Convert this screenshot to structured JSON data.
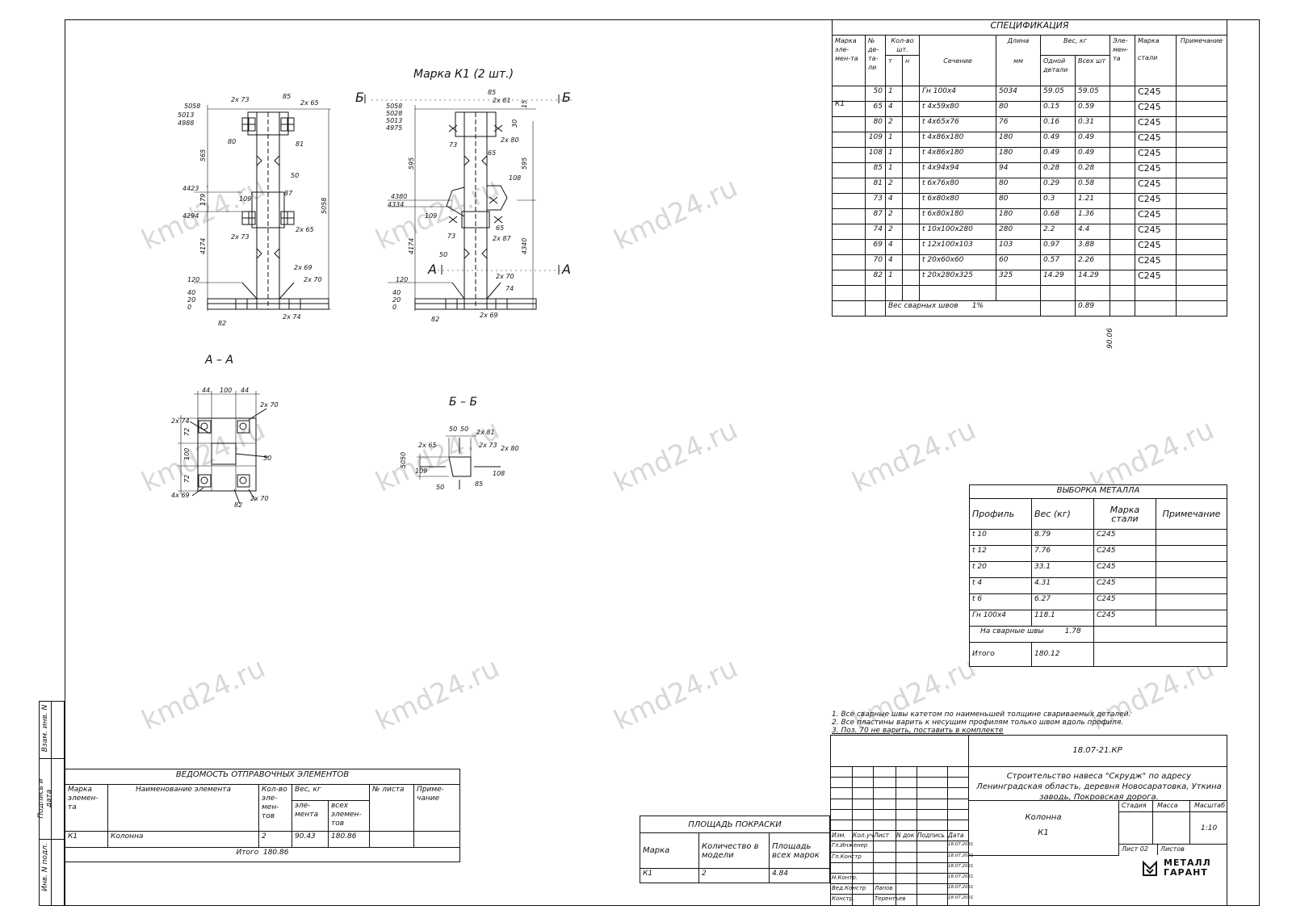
{
  "watermark": "kmd24.ru",
  "drawing": {
    "title_main": "Марка К1 (2 шт.)",
    "section_aa": "А – А",
    "section_bb": "Б – Б",
    "letters": {
      "b": "Б",
      "a": "А"
    },
    "left_elev_dims": [
      "5058",
      "5013",
      "4988",
      "4423",
      "4294",
      "120",
      "40",
      "20",
      "0",
      "565",
      "179",
      "4174",
      "5058"
    ],
    "right_elev_dims": [
      "5058",
      "5028",
      "5013",
      "4975",
      "4380",
      "4334",
      "120",
      "40",
      "20",
      "0",
      "595",
      "4174",
      "595",
      "4340"
    ],
    "callouts_left": [
      "2х 73",
      "85",
      "2х 65",
      "80",
      "81",
      "50",
      "87",
      "109",
      "2х 73",
      "2х 65",
      "2х 69",
      "2х 70",
      "82",
      "2х 74"
    ],
    "callouts_right": [
      "85",
      "2х 81",
      "73",
      "2х 80",
      "65",
      "108",
      "109",
      "73",
      "65",
      "2х 87",
      "50",
      "2х 70",
      "74",
      "82",
      "2х 69",
      "30",
      "15"
    ],
    "aa_dims": [
      "44",
      "100",
      "44",
      "72",
      "100",
      "72"
    ],
    "aa_callouts": [
      "2х 70",
      "2х 74",
      "50",
      "4х 69",
      "82",
      "2х 70"
    ],
    "bb_dims": [
      "50",
      "50",
      "50",
      "50"
    ],
    "bb_callouts": [
      "2х 81",
      "2х 73",
      "2х 80",
      "2х 65",
      "109",
      "108",
      "50",
      "85"
    ]
  },
  "spec": {
    "title": "СПЕЦИФИКАЦИЯ",
    "headers": {
      "mark": "Марка эле-мен-та",
      "num": "№ де-та-ли",
      "qty": "Кол-во шт.",
      "t": "т",
      "n": "н",
      "section": "Сечение",
      "length": "Длина",
      "mm": "мм",
      "weight": "Вес, кг",
      "one": "Одной детали",
      "all": "Всех шт",
      "elem": "Эле-мен-та",
      "steel": "Марка",
      "steel2": "стали",
      "note": "Примечание"
    },
    "element": "К1",
    "element_total": "90.06",
    "rows": [
      [
        "50",
        "1",
        "Гн   100х4",
        "5034",
        "59.05",
        "59.05",
        "С245"
      ],
      [
        "65",
        "4",
        "t 4х59х80",
        "80",
        "0.15",
        "0.59",
        "С245"
      ],
      [
        "80",
        "2",
        "t 4х65х76",
        "76",
        "0.16",
        "0.31",
        "С245"
      ],
      [
        "109",
        "1",
        "t 4х86х180",
        "180",
        "0.49",
        "0.49",
        "С245"
      ],
      [
        "108",
        "1",
        "t 4х86х180",
        "180",
        "0.49",
        "0.49",
        "С245"
      ],
      [
        "85",
        "1",
        "t 4х94х94",
        "94",
        "0.28",
        "0.28",
        "С245"
      ],
      [
        "81",
        "2",
        "t 6х76х80",
        "80",
        "0.29",
        "0.58",
        "С245"
      ],
      [
        "73",
        "4",
        "t 6х80х80",
        "80",
        "0.3",
        "1.21",
        "С245"
      ],
      [
        "87",
        "2",
        "t 6х80х180",
        "180",
        "0.68",
        "1.36",
        "С245"
      ],
      [
        "74",
        "2",
        "t 10х100х280",
        "280",
        "2.2",
        "4.4",
        "С245"
      ],
      [
        "69",
        "4",
        "t 12х100х103",
        "103",
        "0.97",
        "3.88",
        "С245"
      ],
      [
        "70",
        "4",
        "t 20х60х60",
        "60",
        "0.57",
        "2.26",
        "С245"
      ],
      [
        "82",
        "1",
        "t 20х280х325",
        "325",
        "14.29",
        "14.29",
        "С245"
      ]
    ],
    "weld_label": "Вес сварных швов",
    "weld_pct": "1%",
    "weld_value": "0.89"
  },
  "metal": {
    "title": "ВЫБОРКА МЕТАЛЛА",
    "headers": [
      "Профиль",
      "Вес (кг)",
      "Марка стали",
      "Примечание"
    ],
    "rows": [
      [
        "t 10",
        "8.79",
        "С245"
      ],
      [
        "t 12",
        "7.76",
        "С245"
      ],
      [
        "t 20",
        "33.1",
        "С245"
      ],
      [
        "t 4",
        "4.31",
        "С245"
      ],
      [
        "t 6",
        "6.27",
        "С245"
      ],
      [
        "Гн   100х4",
        "118.1",
        "С245"
      ]
    ],
    "weld_label": "На сварные швы",
    "weld_value": "1.78",
    "total_label": "Итого",
    "total_value": "180.12"
  },
  "notes": [
    "1. Все сварные швы катетом по наименьшей толщине свариваемых деталей.",
    "2. Все пластины варить к несущим профилям только швом вдоль профиля.",
    "3. Поз. 70 не варить, поставить в комплекте"
  ],
  "ship": {
    "title": "ВЕДОМОСТЬ ОТПРАВОЧНЫХ ЭЛЕМЕНТОВ",
    "h_mark": "Марка элемен-та",
    "h_name": "Наименование элемента",
    "h_qty": "Кол-во эле-мен-тов",
    "h_weight": "Вес, кг",
    "h_one": "эле-мента",
    "h_all": "всех элемен-тов",
    "h_sheet": "№ листа",
    "h_note": "Приме-чание",
    "row": [
      "К1",
      "Колонна",
      "2",
      "90.43",
      "180.86"
    ],
    "total_label": "Итого",
    "total_value": "180.86"
  },
  "paint": {
    "title": "ПЛОЩАДЬ ПОКРАСКИ",
    "h_mark": "Марка",
    "h_qty": "Количество в модели",
    "h_area": "Площадь всех марок",
    "row": [
      "К1",
      "2",
      "4.84"
    ]
  },
  "stamp": {
    "code": "18.07-21.КР",
    "project": "Строительство навеса \"Скрудж\" по адресу Ленинградская область, деревня Новосаратовка, Уткина заводь, Покровская дорога.",
    "h": [
      "Изм.",
      "Кол.уч",
      "Лист",
      "N док",
      "Подпись",
      "Дата"
    ],
    "roles": [
      "Гл.Инженер",
      "Гл.Констр",
      "",
      "Н.Контр.",
      "Вед.Констр",
      "Констр."
    ],
    "names": [
      "",
      "",
      "",
      "",
      "Лапов",
      "Терентьев"
    ],
    "dates": [
      "18.07.2021",
      "18.07.2021",
      "18.07.2021",
      "18.07.2021",
      "18.07.2021",
      "18.07.2021"
    ],
    "object": "Колонна",
    "object_mark": "К1",
    "stage": "Стадия",
    "mass": "Масса",
    "scale": "Масштаб",
    "scale_value": "1:10",
    "sheet": "Лист 02",
    "sheets": "Листов",
    "logo1": "МЕТАЛЛ",
    "logo2": "ГАРАНТ"
  },
  "side": [
    "Взам. инв. N",
    "Подпись и дата",
    "Инв. N подл."
  ]
}
